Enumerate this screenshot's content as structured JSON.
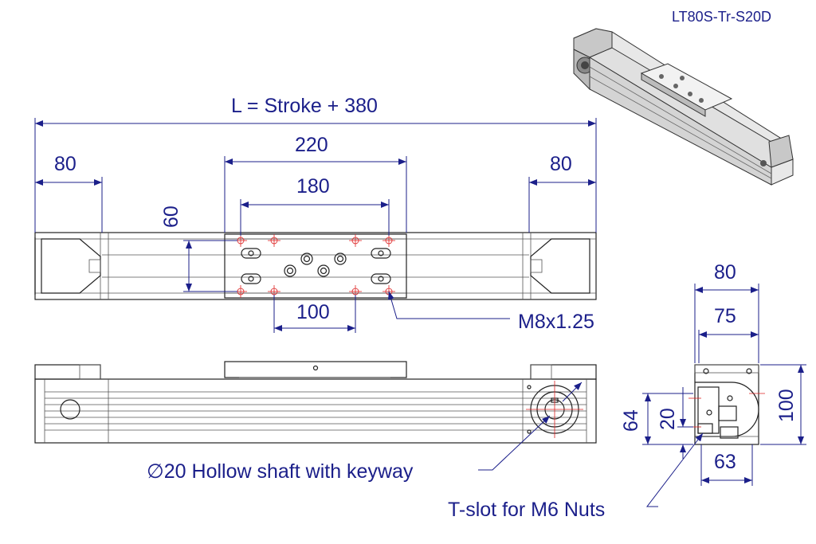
{
  "part_number": "LT80S-Tr-S20D",
  "dimensions": {
    "overall_length": "L = Stroke + 380",
    "carriage_length": "220",
    "hole_spacing_long": "180",
    "end_left": "80",
    "end_right": "80",
    "carriage_width_holes": "60",
    "hole_spacing_center": "100",
    "thread": "M8x1.25",
    "side_width": "80",
    "side_inner_width": "75",
    "side_height": "100",
    "side_shaft_height": "64",
    "side_shaft_offset": "20",
    "side_bottom_width": "63"
  },
  "callouts": {
    "hollow_shaft": "∅20 Hollow shaft with keyway",
    "tslot": "T-slot for M6 Nuts"
  },
  "colors": {
    "dimension": "#1b1f8a",
    "centerline": "#dd2222",
    "object": "#222222"
  }
}
